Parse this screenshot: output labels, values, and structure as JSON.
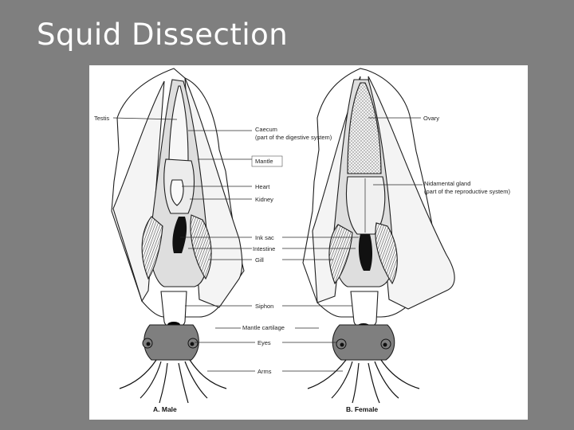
{
  "slide": {
    "title": "Squid Dissection"
  },
  "labels": {
    "testis": "Testis",
    "caecum_1": "Caecum",
    "caecum_2": "(part of the digestive system)",
    "mantle": "Mantle",
    "heart": "Heart",
    "kidney": "Kidney",
    "ink_sac": "Ink sac",
    "intestine": "Intestine",
    "gill": "Gill",
    "siphon": "Siphon",
    "mantle_cartilage": "Mantle cartilage",
    "eyes": "Eyes",
    "arms": "Arms",
    "ovary": "Ovary",
    "nidamental_1": "Nidamental gland",
    "nidamental_2": "(part of the reproductive system)"
  },
  "captions": {
    "male": "A. Male",
    "female": "B. Female"
  }
}
